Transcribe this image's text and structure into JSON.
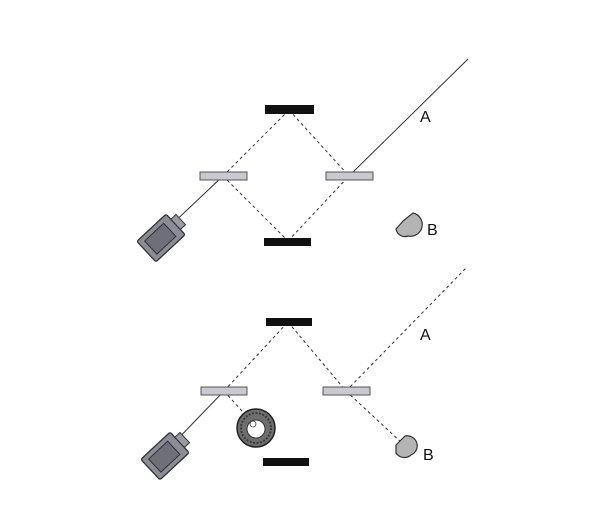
{
  "colors": {
    "background": "#ffffff",
    "mirror": "#111111",
    "splitter_fill": "#c9c9cf",
    "splitter_edge": "#555555",
    "beam": "#333333",
    "source_fill": "#8c8c96",
    "detector_fill": "#b4b4b4",
    "blocker_fill": "#6e6e6e"
  },
  "top_panel": {
    "label_a": "A",
    "label_b": "B"
  },
  "bottom_panel": {
    "label_a": "A",
    "label_b": "B"
  }
}
